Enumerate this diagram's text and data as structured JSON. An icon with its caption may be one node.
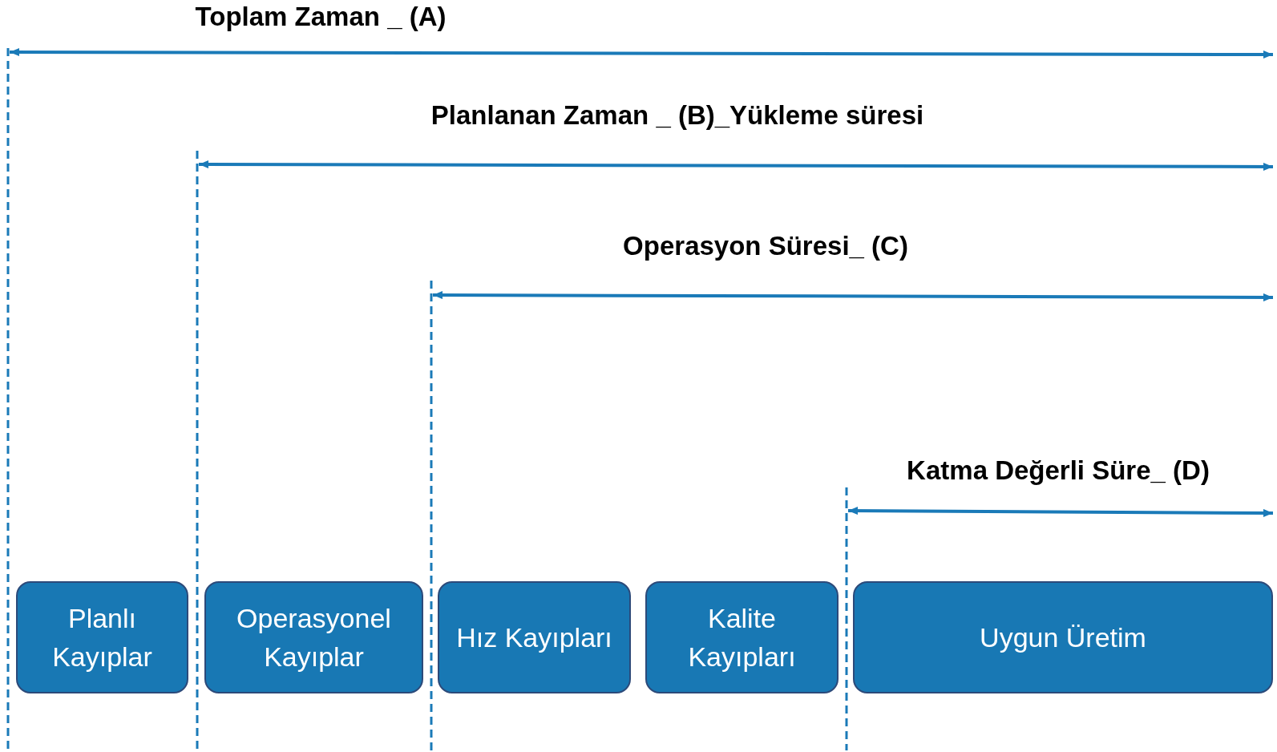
{
  "diagram": {
    "nodes": [
      {
        "text": [
          "Planlı Kayıplar"
        ]
      },
      {
        "text": [
          "Operasyonel Kayıplar"
        ]
      },
      {
        "text": [
          "Hız Kayıpları"
        ]
      },
      {
        "text": [
          "Kalite Kayıpları"
        ]
      },
      {
        "text": [
          "Uygun Üretim"
        ]
      }
    ],
    "labels": [
      "Toplam Zaman _ (A)",
      "Planlanan Zaman _ (B)_Yükleme süresi",
      "Operasyon Süresi_ (C)",
      "Katma Değerli Süre_ (D)"
    ]
  }
}
